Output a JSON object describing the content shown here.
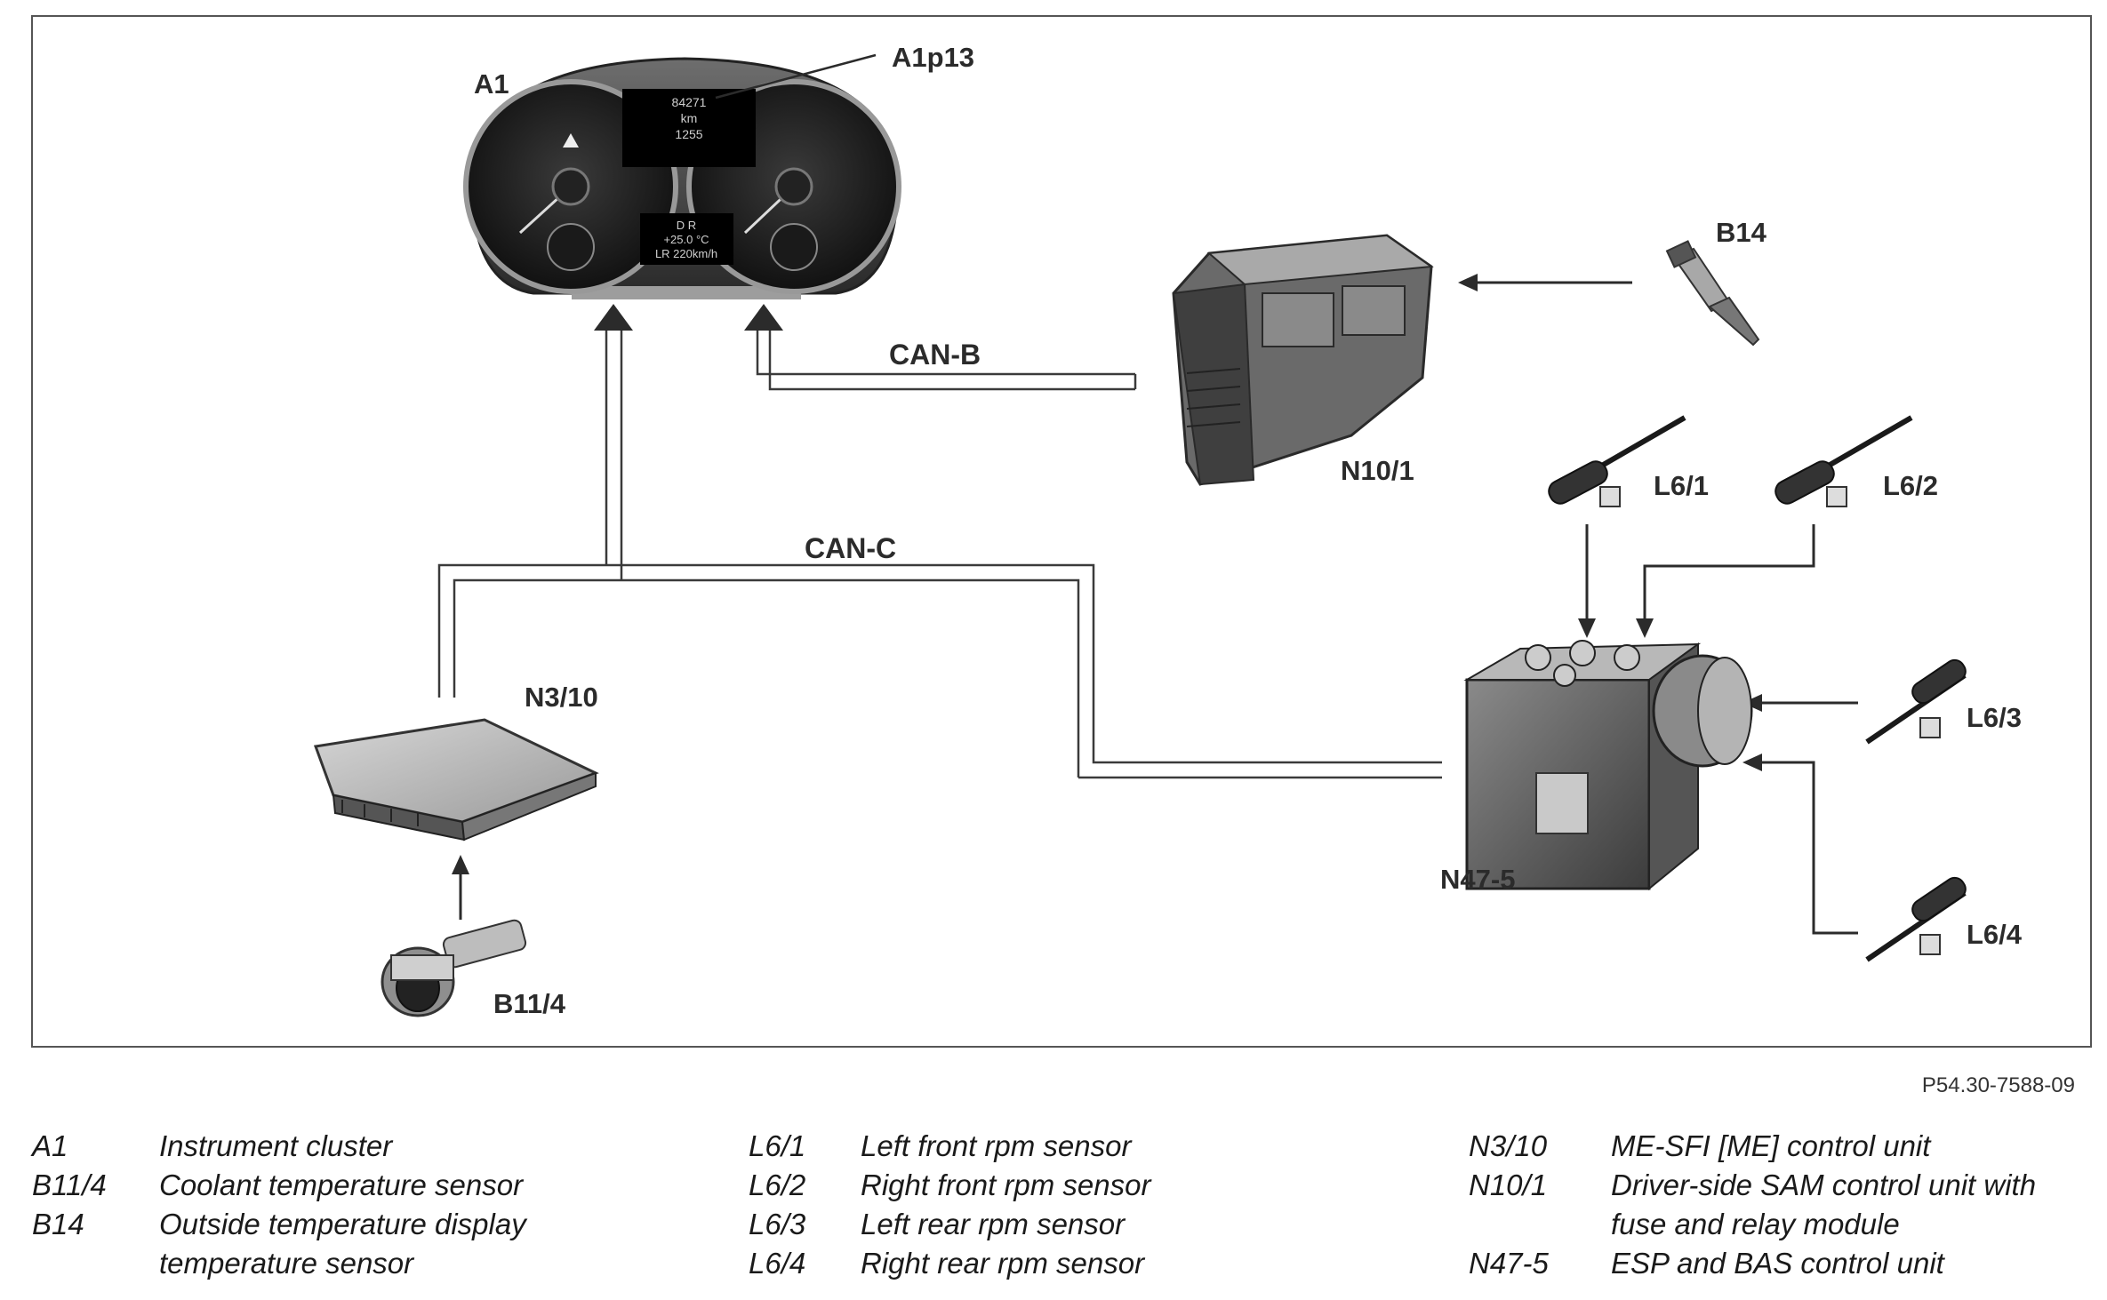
{
  "labels": {
    "a1": "A1",
    "a1p13": "A1p13",
    "b14": "B14",
    "n10_1": "N10/1",
    "l6_1": "L6/1",
    "l6_2": "L6/2",
    "l6_3": "L6/3",
    "l6_4": "L6/4",
    "n3_10": "N3/10",
    "n47_5": "N47-5",
    "b11_4": "B11/4"
  },
  "buses": {
    "can_b": "CAN-B",
    "can_c": "CAN-C"
  },
  "cluster_display": {
    "line1": "84271",
    "line2": "km",
    "line3": "1255",
    "bottom1": "D  R",
    "bottom2": "+25.0 °C",
    "bottom3": "LR 220km/h"
  },
  "reference": "P54.30-7588-09",
  "legend": {
    "col1": [
      {
        "code": "A1",
        "desc": "Instrument cluster"
      },
      {
        "code": "B11/4",
        "desc": "Coolant temperature sensor"
      },
      {
        "code": "B14",
        "desc": "Outside temperature display\ntemperature sensor"
      }
    ],
    "col2": [
      {
        "code": "L6/1",
        "desc": "Left front rpm sensor"
      },
      {
        "code": "L6/2",
        "desc": "Right front rpm sensor"
      },
      {
        "code": "L6/3",
        "desc": "Left rear rpm sensor"
      },
      {
        "code": "L6/4",
        "desc": "Right rear rpm sensor"
      }
    ],
    "col3": [
      {
        "code": "N3/10",
        "desc": "ME-SFI [ME] control unit"
      },
      {
        "code": "N10/1",
        "desc": "Driver-side SAM control unit with\nfuse and relay module"
      },
      {
        "code": "N47-5",
        "desc": "ESP and BAS control unit"
      }
    ]
  },
  "colors": {
    "line": "#3a3a3a",
    "component_dark": "#2e2e2e",
    "component_mid": "#7d7d7d",
    "component_light": "#c9c9c9"
  }
}
